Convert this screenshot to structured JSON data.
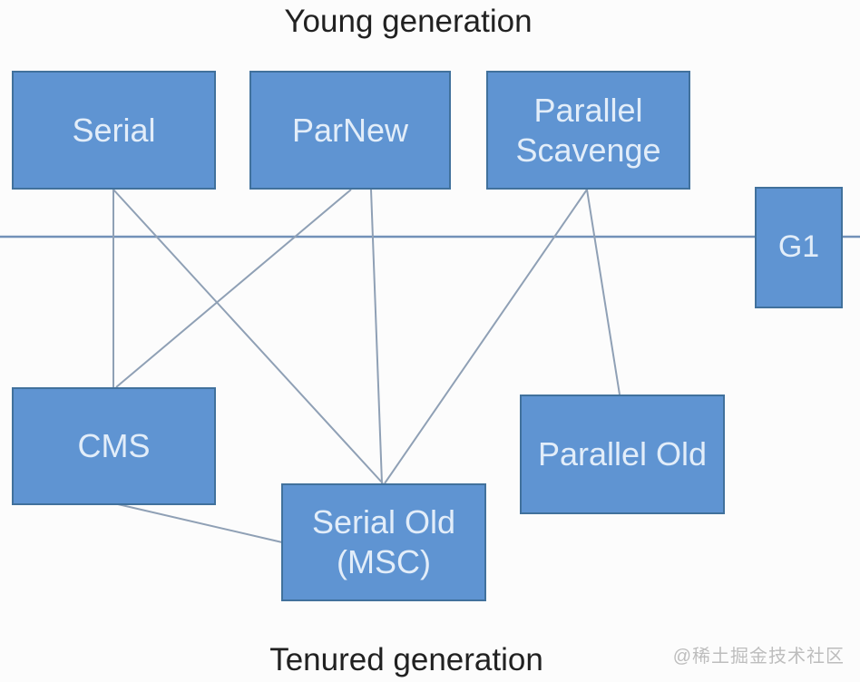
{
  "titles": {
    "young": "Young generation",
    "tenured": "Tenured generation"
  },
  "boxes": {
    "serial": {
      "label": "Serial"
    },
    "parnew": {
      "label": "ParNew"
    },
    "parallel_scavenge": {
      "line1": "Parallel",
      "line2": "Scavenge"
    },
    "g1": {
      "label": "G1"
    },
    "cms": {
      "label": "CMS"
    },
    "serial_old": {
      "line1": "Serial Old",
      "line2": "(MSC)"
    },
    "parallel_old": {
      "label": "Parallel Old"
    }
  },
  "connections": [
    {
      "from": "Serial",
      "to": "CMS"
    },
    {
      "from": "Serial",
      "to": "Serial Old (MSC)"
    },
    {
      "from": "ParNew",
      "to": "CMS"
    },
    {
      "from": "ParNew",
      "to": "Serial Old (MSC)"
    },
    {
      "from": "Parallel Scavenge",
      "to": "Serial Old (MSC)"
    },
    {
      "from": "Parallel Scavenge",
      "to": "Parallel Old"
    },
    {
      "from": "CMS",
      "to": "Serial Old (MSC)"
    }
  ],
  "watermark": {
    "text": "@稀土掘金技术社区"
  },
  "colors": {
    "box_fill": "#5f94d2",
    "box_border": "#41719c",
    "box_text": "#e2edf9",
    "connector": "#8fa0b5",
    "divider": "#7291b8",
    "title_text": "#212121",
    "watermark_text": "#bdbdbd",
    "page_bg": "#fcfcfc"
  }
}
